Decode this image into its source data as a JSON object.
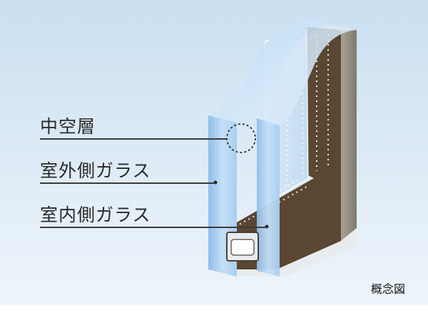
{
  "labels": {
    "air_layer": "中空層",
    "outer_glass": "室外側ガラス",
    "inner_glass": "室内側ガラス"
  },
  "caption": "概念図",
  "colors": {
    "background_top": "#c9dff0",
    "glass": "#a9cdf0",
    "frame": "#5a4632",
    "spacer": "#e8ecef"
  }
}
